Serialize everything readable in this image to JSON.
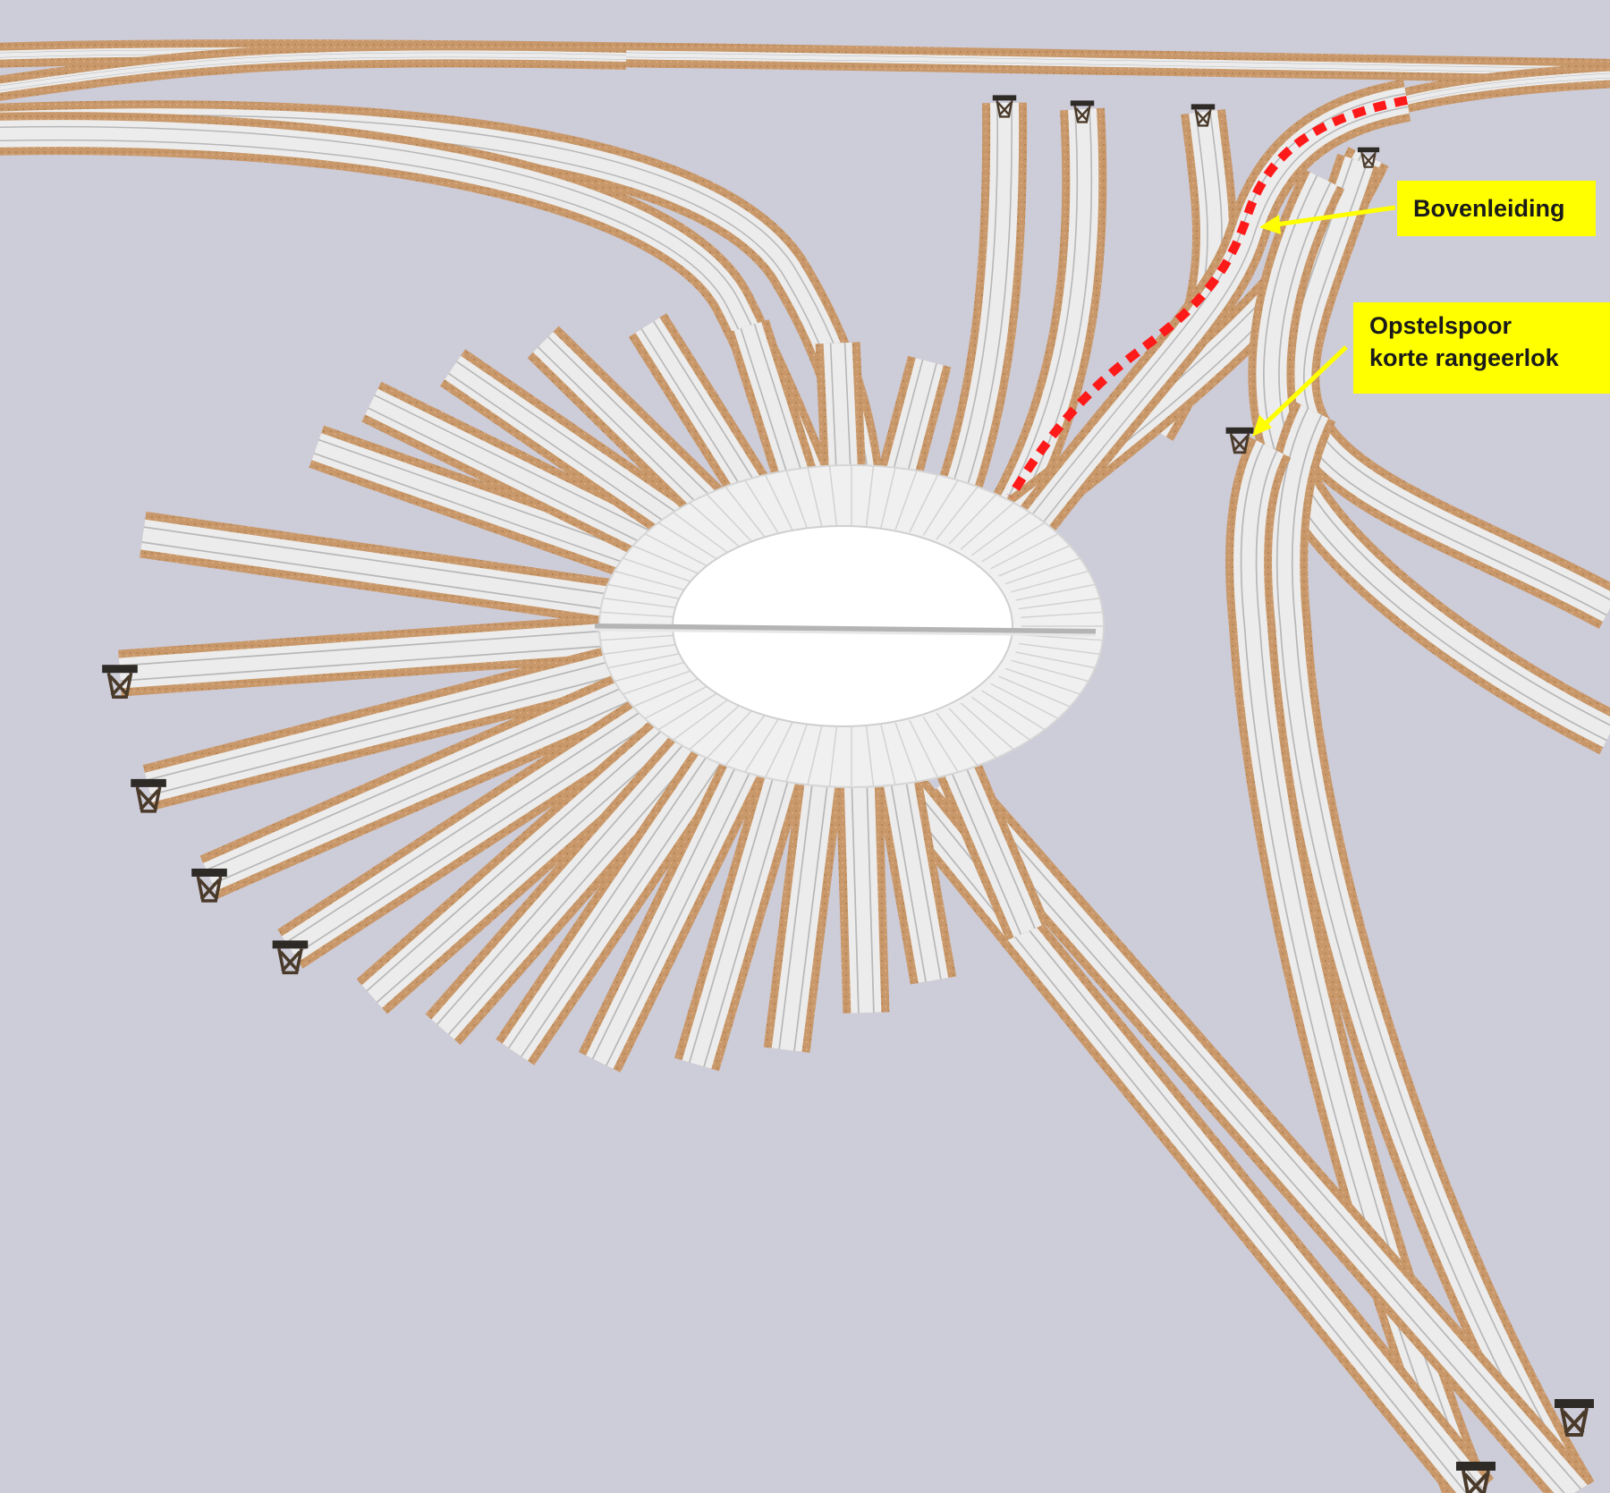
{
  "labels": {
    "overhead_line": "Bovenleiding",
    "siding_line1": "Opstelspoor",
    "siding_line2": "korte rangeerlok"
  },
  "colors": {
    "background": "#cdccd9",
    "ballast": "#c8986a",
    "sleeper": "#ececec",
    "rail": "#8c8c8c",
    "callout": "#ffff00",
    "overhead_line": "#ff1a1a",
    "buffer_stop": "#2e2a26"
  }
}
